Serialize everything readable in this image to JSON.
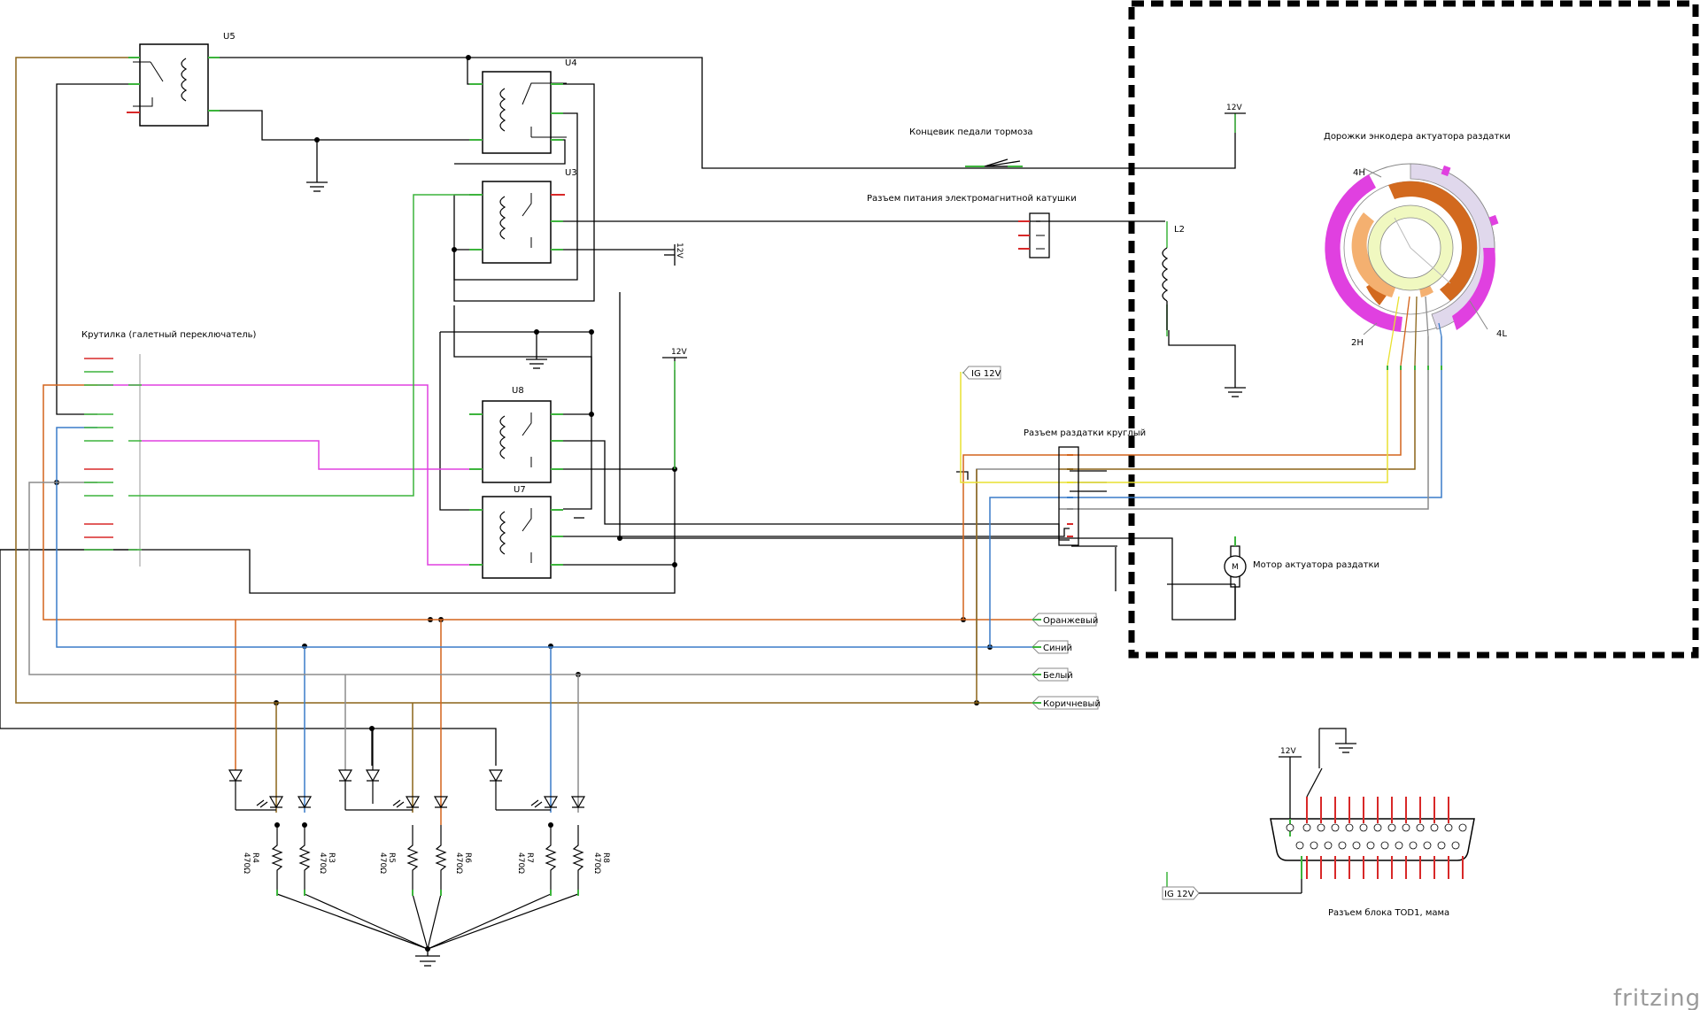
{
  "labels": {
    "u5": "U5",
    "u4": "U4",
    "u3": "U3",
    "u8": "U8",
    "u7": "U7",
    "l2": "L2",
    "switch": "Крутилка (галетный переключатель)",
    "brake": "Концевик педали тормоза",
    "coil": "Разъем питания электромагнитной катушки",
    "encoder": "Дорожки энкодера актуатора раздатки",
    "round": "Разъем раздатки круглый",
    "motor": "Мотор актуатора раздатки",
    "tod": "Разъем блока TOD1, мама",
    "e4h": "4H",
    "e2h": "2H",
    "e4l": "4L",
    "v12a": "12V",
    "v12b": "12V",
    "v12c": "12V",
    "v12d": "12V",
    "ig_a": "IG 12V",
    "ig_b": "IG 12V",
    "m": "M",
    "brand": "fritzing"
  },
  "wire_tags": [
    {
      "name": "Оранжевый",
      "color": "#d4641c"
    },
    {
      "name": "Синий",
      "color": "#3a7cc8"
    },
    {
      "name": "Белый",
      "color": "#8c8c8c"
    },
    {
      "name": "Коричневый",
      "color": "#8b6418"
    }
  ],
  "resistors": [
    {
      "ref": "R4",
      "value": "470Ω"
    },
    {
      "ref": "R3",
      "value": "470Ω"
    },
    {
      "ref": "R5",
      "value": "470Ω"
    },
    {
      "ref": "R6",
      "value": "470Ω"
    },
    {
      "ref": "R7",
      "value": "470Ω"
    },
    {
      "ref": "R8",
      "value": "470Ω"
    }
  ],
  "colors": {
    "orange": "#d4641c",
    "blue": "#3a7cc8",
    "grey": "#8c8c8c",
    "brown": "#8b6418",
    "magenta": "#e040e0",
    "green": "#3cb43c",
    "yellow": "#e8e030",
    "red": "#d82828",
    "dark_orange": "#d2691e",
    "light_orange": "#f4b070",
    "pale_yellow": "#f0f8c0",
    "lavender": "#e0d8ec"
  }
}
